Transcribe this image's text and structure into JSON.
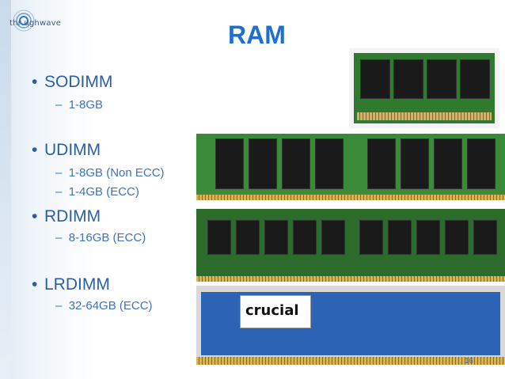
{
  "title": "RAM",
  "logo_text": "thr ughwave",
  "bullets": [
    {
      "label": "SODIMM",
      "subs": [
        "1-8GB"
      ]
    },
    {
      "label": "UDIMM",
      "subs": [
        "1-8GB (Non ECC)",
        "1-4GB (ECC)"
      ]
    },
    {
      "label": "RDIMM",
      "subs": [
        "8-16GB (ECC)"
      ]
    },
    {
      "label": "LRDIMM",
      "subs": [
        "32-64GB (ECC)"
      ]
    }
  ],
  "page_number": "16",
  "module_label_crucial": "crucial",
  "colors": {
    "title": "#1f6fd1",
    "bullet": "#2b5ea8"
  }
}
